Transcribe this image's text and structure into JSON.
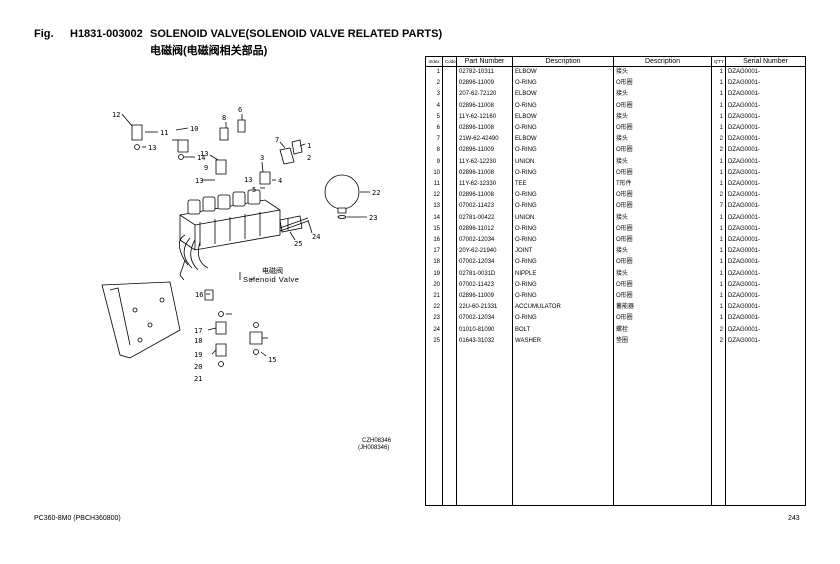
{
  "header": {
    "fig_label": "Fig.",
    "fig_code": "H1831-003002",
    "title_en": "SOLENOID VALVE(SOLENOID VALVE RELATED PARTS)",
    "title_zh": "电磁阀(电磁阀相关部品)"
  },
  "table": {
    "columns": [
      "Index",
      "Code",
      "Part Number",
      "Description",
      "Description",
      "Q'TY",
      "Serial Number"
    ],
    "rows": [
      {
        "index": "1",
        "code": "",
        "part": "02782-10311",
        "desc": "ELBOW",
        "zh": "接头",
        "qty": "1",
        "serial": "DZAG0001-"
      },
      {
        "index": "2",
        "code": "",
        "part": "02896-11009",
        "desc": "O-RING",
        "zh": "O形圈",
        "qty": "1",
        "serial": "DZAG0001-"
      },
      {
        "index": "3",
        "code": "",
        "part": "207-62-72120",
        "desc": "ELBOW",
        "zh": "接头",
        "qty": "1",
        "serial": "DZAG0001-"
      },
      {
        "index": "4",
        "code": "",
        "part": "02896-11008",
        "desc": "O-RING",
        "zh": "O形圈",
        "qty": "1",
        "serial": "DZAG0001-"
      },
      {
        "index": "5",
        "code": "",
        "part": "11Y-62-12160",
        "desc": "ELBOW",
        "zh": "接头",
        "qty": "1",
        "serial": "DZAG0001-"
      },
      {
        "index": "6",
        "code": "",
        "part": "02896-11008",
        "desc": "O-RING",
        "zh": "O形圈",
        "qty": "1",
        "serial": "DZAG0001-"
      },
      {
        "index": "7",
        "code": "",
        "part": "21W-62-42490",
        "desc": "ELBOW",
        "zh": "接头",
        "qty": "2",
        "serial": "DZAG0001-"
      },
      {
        "index": "8",
        "code": "",
        "part": "02896-11009",
        "desc": "O-RING",
        "zh": "O形圈",
        "qty": "2",
        "serial": "DZAG0001-"
      },
      {
        "index": "9",
        "code": "",
        "part": "11Y-62-12230",
        "desc": "UNION",
        "zh": "接头",
        "qty": "1",
        "serial": "DZAG0001-"
      },
      {
        "index": "10",
        "code": "",
        "part": "02896-11008",
        "desc": "O-RING",
        "zh": "O形圈",
        "qty": "1",
        "serial": "DZAG0001-"
      },
      {
        "index": "11",
        "code": "",
        "part": "11Y-62-12330",
        "desc": "TEE",
        "zh": "T形件",
        "qty": "1",
        "serial": "DZAG0001-"
      },
      {
        "index": "12",
        "code": "",
        "part": "02896-11008",
        "desc": "O-RING",
        "zh": "O形圈",
        "qty": "2",
        "serial": "DZAG0001-"
      },
      {
        "index": "13",
        "code": "",
        "part": "07002-11423",
        "desc": "O-RING",
        "zh": "O形圈",
        "qty": "7",
        "serial": "DZAG0001-"
      },
      {
        "index": "14",
        "code": "",
        "part": "02781-00422",
        "desc": "UNION",
        "zh": "接头",
        "qty": "1",
        "serial": "DZAG0001-"
      },
      {
        "index": "15",
        "code": "",
        "part": "02896-11012",
        "desc": "O-RING",
        "zh": "O形圈",
        "qty": "1",
        "serial": "DZAG0001-"
      },
      {
        "index": "16",
        "code": "",
        "part": "07002-12034",
        "desc": "O-RING",
        "zh": "O形圈",
        "qty": "1",
        "serial": "DZAG0001-"
      },
      {
        "index": "17",
        "code": "",
        "part": "20Y-62-21940",
        "desc": "JOINT",
        "zh": "接头",
        "qty": "1",
        "serial": "DZAG0001-"
      },
      {
        "index": "18",
        "code": "",
        "part": "07002-12034",
        "desc": "O-RING",
        "zh": "O形圈",
        "qty": "1",
        "serial": "DZAG0001-"
      },
      {
        "index": "19",
        "code": "",
        "part": "02781-0031D",
        "desc": "NIPPLE",
        "zh": "接头",
        "qty": "1",
        "serial": "DZAG0001-"
      },
      {
        "index": "20",
        "code": "",
        "part": "07002-11423",
        "desc": "O-RING",
        "zh": "O形圈",
        "qty": "1",
        "serial": "DZAG0001-"
      },
      {
        "index": "21",
        "code": "",
        "part": "02896-11009",
        "desc": "O-RING",
        "zh": "O形圈",
        "qty": "1",
        "serial": "DZAG0001-"
      },
      {
        "index": "22",
        "code": "",
        "part": "22U-60-21331",
        "desc": "ACCUMULATOR",
        "zh": "蓄能器",
        "qty": "1",
        "serial": "DZAG0001-"
      },
      {
        "index": "23",
        "code": "",
        "part": "07002-12034",
        "desc": "O-RING",
        "zh": "O形圈",
        "qty": "1",
        "serial": "DZAG0001-"
      },
      {
        "index": "24",
        "code": "",
        "part": "01010-81090",
        "desc": "BOLT",
        "zh": "螺栓",
        "qty": "2",
        "serial": "DZAG0001-"
      },
      {
        "index": "25",
        "code": "",
        "part": "01643-31032",
        "desc": "WASHER",
        "zh": "垫圈",
        "qty": "2",
        "serial": "DZAG0001-"
      }
    ]
  },
  "diagram": {
    "caption_zh": "电磁阀",
    "caption_en": "Solenoid Valve",
    "code1": "CZH08346",
    "code2": "(JH008346)",
    "callouts": [
      "12",
      "11",
      "13",
      "10",
      "8",
      "6",
      "7",
      "1",
      "2",
      "14",
      "13",
      "9",
      "13",
      "3",
      "4",
      "5",
      "13",
      "22",
      "23",
      "24",
      "25",
      "16",
      "17",
      "18",
      "19",
      "20",
      "21",
      "15"
    ]
  },
  "footer": {
    "model": "PC360-8M0 (PBCH360800)",
    "page": "243"
  }
}
